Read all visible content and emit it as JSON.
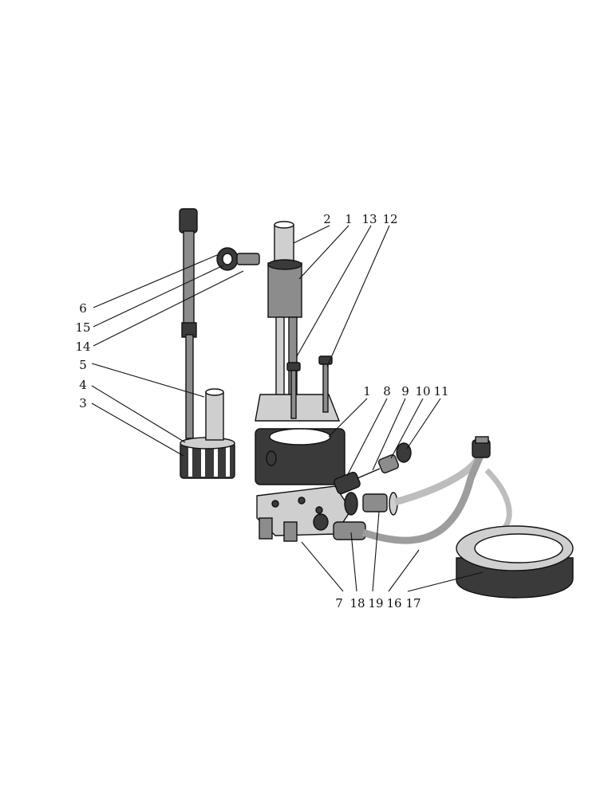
{
  "labels": {
    "l1a": "1",
    "l1b": "1",
    "l2": "2",
    "l3": "3",
    "l4": "4",
    "l5": "5",
    "l6": "6",
    "l7": "7",
    "l8": "8",
    "l9": "9",
    "l10": "10",
    "l11": "11",
    "l12": "12",
    "l13": "13",
    "l14": "14",
    "l15": "15",
    "l16": "16",
    "l17": "17",
    "l18": "18",
    "l19": "19"
  }
}
